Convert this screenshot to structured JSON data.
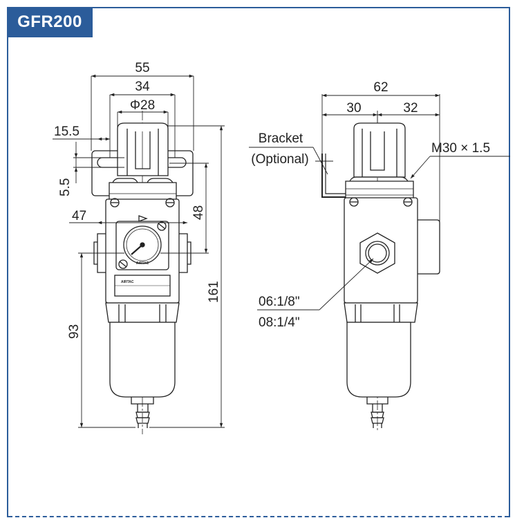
{
  "header": {
    "model": "GFR200"
  },
  "front_view": {
    "dims": {
      "overall_width": "55",
      "bracket_slot_width": "34",
      "knob_diameter": "Φ28",
      "slot_offset": "15.5",
      "slot_height": "5.5",
      "port_height": "47",
      "gauge_height": "48",
      "total_height": "161",
      "bowl_height": "93"
    },
    "gauge_label": "AIRTAC"
  },
  "side_view": {
    "dims": {
      "overall_width": "62",
      "left_width": "30",
      "right_width": "32"
    },
    "callouts": {
      "bracket_line1": "Bracket",
      "bracket_line2": "(Optional)",
      "thread": "M30 × 1.5",
      "port_line1": "06:1/8\"",
      "port_line2": "08:1/4\""
    }
  },
  "colors": {
    "brand_blue": "#2b5c9a",
    "line": "#222222"
  }
}
